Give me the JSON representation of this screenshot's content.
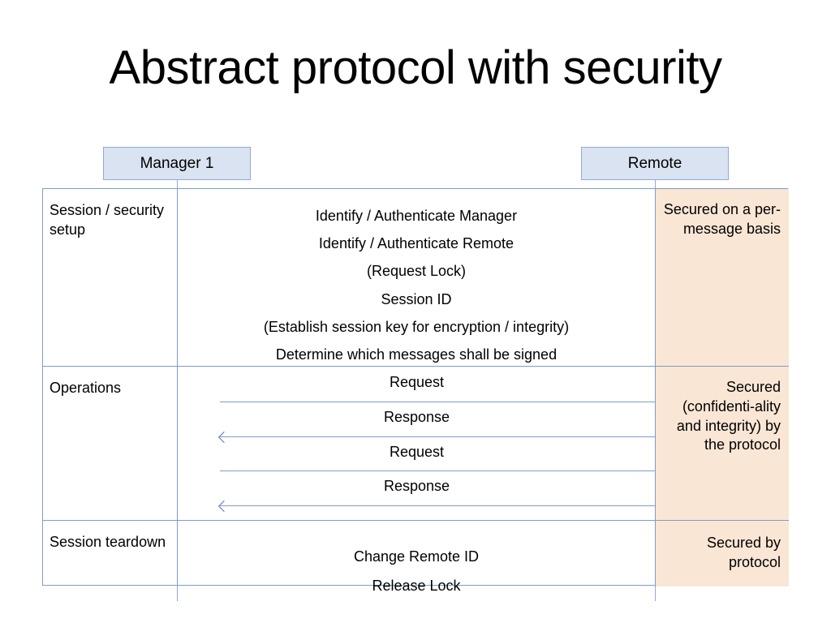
{
  "slide": {
    "title": "Abstract protocol with security"
  },
  "actors": [
    {
      "id": "manager",
      "label": "Manager 1"
    },
    {
      "id": "remote",
      "label": "Remote"
    }
  ],
  "colors": {
    "actor_fill": "#dae3f1",
    "actor_border": "#8faadc",
    "table_border": "#7e9ec4",
    "note_fill": "#fae6d5",
    "arrow": "#7e9ec4",
    "arrow_head": "#5878a8",
    "text": "#000000",
    "background": "#ffffff"
  },
  "table": {
    "rows": [
      {
        "phase": "Session / security setup",
        "messages": [
          "Identify / Authenticate Manager",
          "Identify / Authenticate Remote",
          "(Request Lock)",
          "Session ID",
          "(Establish session key for encryption / integrity)",
          "Determine which messages shall be signed"
        ],
        "note": "Secured on a per-message basis"
      },
      {
        "phase": "Operations",
        "operations": [
          {
            "label": "Request",
            "direction": "manager-to-remote"
          },
          {
            "label": "Response",
            "direction": "remote-to-manager"
          },
          {
            "label": "Request",
            "direction": "manager-to-remote"
          },
          {
            "label": "Response",
            "direction": "remote-to-manager"
          }
        ],
        "note": "Secured (confidenti-ality and integrity) by the protocol"
      },
      {
        "phase": "Session teardown",
        "messages": [
          "Change Remote ID",
          "Release Lock"
        ],
        "note": "Secured by protocol"
      }
    ]
  }
}
